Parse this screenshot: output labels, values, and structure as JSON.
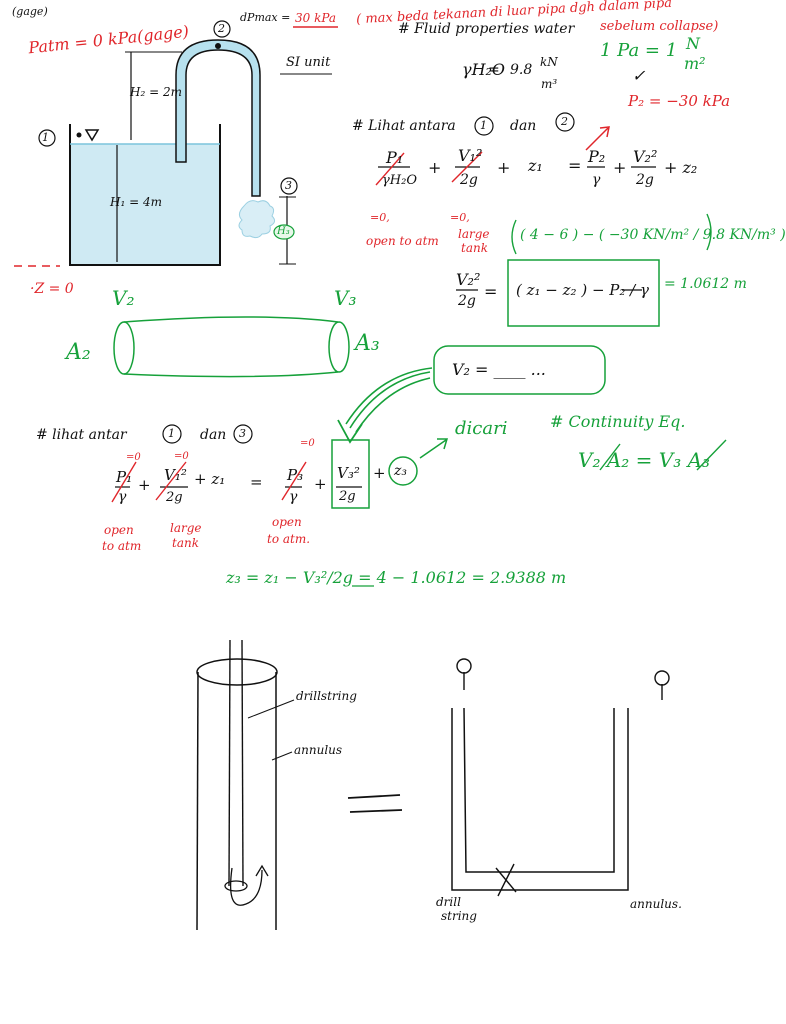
{
  "colors": {
    "ink": "#111111",
    "red": "#e0262b",
    "green": "#16a13a",
    "water": "#cfeaf3",
    "pipe": "#b7e1ee"
  },
  "tank_diagram": {
    "gage_note": "(gage)",
    "patm": "Patm = 0 kPa(gage)",
    "h2": "H₂ = 2m",
    "h1": "H₁ = 4m",
    "h3": "H₃",
    "z_zero": "·Z = 0",
    "point1": "1",
    "point2": "2",
    "point3": "3",
    "si_unit": "SI unit"
  },
  "header": {
    "dp_max_label": "dPmax =",
    "dp_max_value": "30 kPa",
    "note_line1": "( max beda tekanan di luar pipa dgh dalam pipa",
    "note_line2": "sebelum collapse)"
  },
  "fluid": {
    "title": "# Fluid properties water",
    "gamma_lhs": "γH₂O",
    "gamma_eq": "=",
    "gamma_val": "9.8",
    "gamma_unit_num": "kN",
    "gamma_unit_den": "m³"
  },
  "pa_note": {
    "eq_left": "1 Pa = 1",
    "unit_num": "N",
    "unit_den": "m²",
    "check": "✓",
    "p2": "P₂ = −30 kPa"
  },
  "section12": {
    "heading": "# Lihat antara",
    "circ1": "1",
    "conj": "dan",
    "circ2": "2",
    "lhs": [
      "P₁",
      "γH₂O",
      "+",
      "V₁²",
      "2g",
      "+",
      "z₁"
    ],
    "rhs": [
      "= ",
      "P₂",
      "γ",
      "+",
      "V₂²",
      "2g",
      "+ z₂"
    ],
    "zero1": "=0,",
    "zero1b": "open to atm",
    "zero2": "=0,",
    "zero2b": "large",
    "zero2c": "tank",
    "subst": "( 4 − 6 ) − ( −30 KN/m² / 9.8 KN/m³ )",
    "v2_lhs_num": "V₂²",
    "v2_lhs_den": "2g",
    "v2_rhs": "( z₁ − z₂ )  −  P₂ / γ",
    "v2_result": "= 1.0612 m",
    "v2_box": "V₂ =  ____  ..."
  },
  "pipe_sketch": {
    "v2": "V₂",
    "v3": "V₃",
    "a2": "A₂",
    "a3": "A₃"
  },
  "section13": {
    "heading": "# lihat antar",
    "circ1": "1",
    "conj": "dan",
    "circ3": "3",
    "dicari": "dicari",
    "open1": "open",
    "open1b": "to atm",
    "large": "large",
    "tank": "tank",
    "open3": "open",
    "open3b": "to atm.",
    "eq_zero": "=0",
    "terms": [
      "P₁",
      "γ",
      "+",
      "V₁²",
      "2g",
      "+ z₁",
      "=",
      "P₃",
      "γ",
      "+",
      "V₃²",
      "2g",
      "+",
      "z₃"
    ]
  },
  "continuity": {
    "title": "# Continuity Eq.",
    "eq": "V₂ A₂ = V₃ A₃"
  },
  "z3_result": "z₃ = z₁ − V₃²/2g = 4 − 1.0612 = 2.9388 m",
  "well_sketch": {
    "drillstring": "drillstring",
    "annulus": "annulus",
    "drill_label1": "drill",
    "drill_label2": "string",
    "annulus_right": "annulus.",
    "equals": "="
  }
}
